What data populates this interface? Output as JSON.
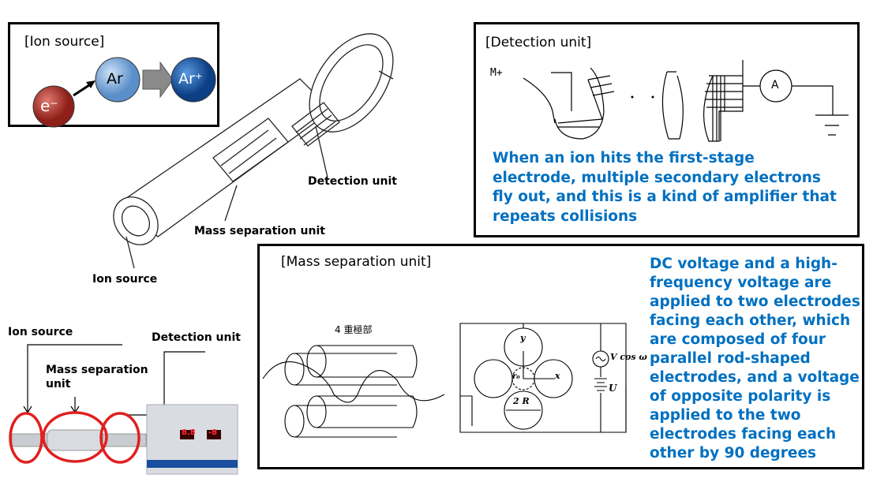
{
  "ion_source_panel": {
    "title": "[Ion source]",
    "electron_label": "e⁻",
    "argon_label": "Ar",
    "argon_ion_label": "Ar⁺",
    "colors": {
      "electron": "#b5302a",
      "argon": "#6fa8dc",
      "argon_ion": "#1f5fa8",
      "arrow": "#808080"
    }
  },
  "detection_panel": {
    "title": "[Detection unit]",
    "ion_label": "M+",
    "ammeter_label": "A",
    "description_lines": [
      "When an ion hits the first-stage",
      "electrode, multiple secondary electrons",
      "fly out, and this is a kind of amplifier that",
      "repeats collisions"
    ]
  },
  "mass_separation_panel": {
    "title": "[Mass separation unit]",
    "quadrupole_label": "4 重極部",
    "axis_y": "y",
    "axis_x": "x",
    "radius_label": "r₀",
    "diameter_label": "2 R",
    "ac_label": "V cos ω",
    "dc_label": "U",
    "description_lines": [
      "DC voltage and a high-",
      "frequency voltage are",
      "applied to two electrodes",
      "facing each other, which",
      "are composed of four",
      "parallel rod-shaped",
      "electrodes, and a voltage",
      "of opposite polarity is",
      "applied to the two",
      "electrodes facing each",
      "other by 90 degrees"
    ]
  },
  "instrument_drawing": {
    "labels": {
      "detection": "Detection unit",
      "mass_separation": "Mass separation unit",
      "ion_source": "Ion source"
    }
  },
  "photo": {
    "labels": {
      "ion_source": "Ion source",
      "mass_separation_1": "Mass separation",
      "mass_separation_2": "unit",
      "detection": "Detection unit"
    },
    "display_left": "8.8",
    "display_right": "-8",
    "highlight_color": "#e02020",
    "accent": "#1a4fa0"
  },
  "accent_text_color": "#0070c0"
}
